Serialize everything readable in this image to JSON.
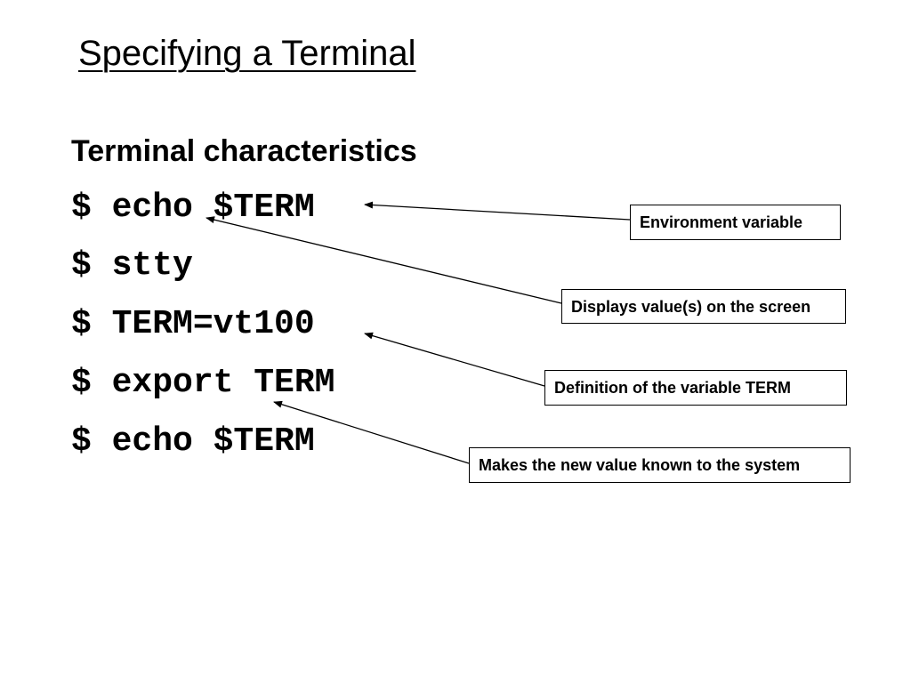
{
  "slide": {
    "title": "Specifying a Terminal",
    "subtitle": "Terminal characteristics",
    "commands": [
      "$ echo $TERM",
      "$ stty",
      "$ TERM=vt100",
      "$ export TERM",
      "$ echo $TERM"
    ],
    "callouts": [
      "Environment variable",
      "Displays value(s) on the screen",
      "Definition of the variable TERM",
      "Makes the new value known to the system"
    ]
  }
}
